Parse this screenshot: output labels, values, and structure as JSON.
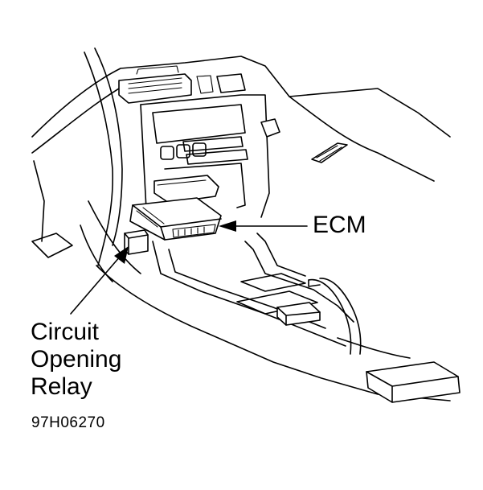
{
  "labels": {
    "ecm": "ECM",
    "relay_lines": [
      "Circuit",
      "Opening",
      "Relay"
    ],
    "figure_code": "97H06270"
  },
  "colors": {
    "line": "#000000",
    "background": "#ffffff"
  }
}
